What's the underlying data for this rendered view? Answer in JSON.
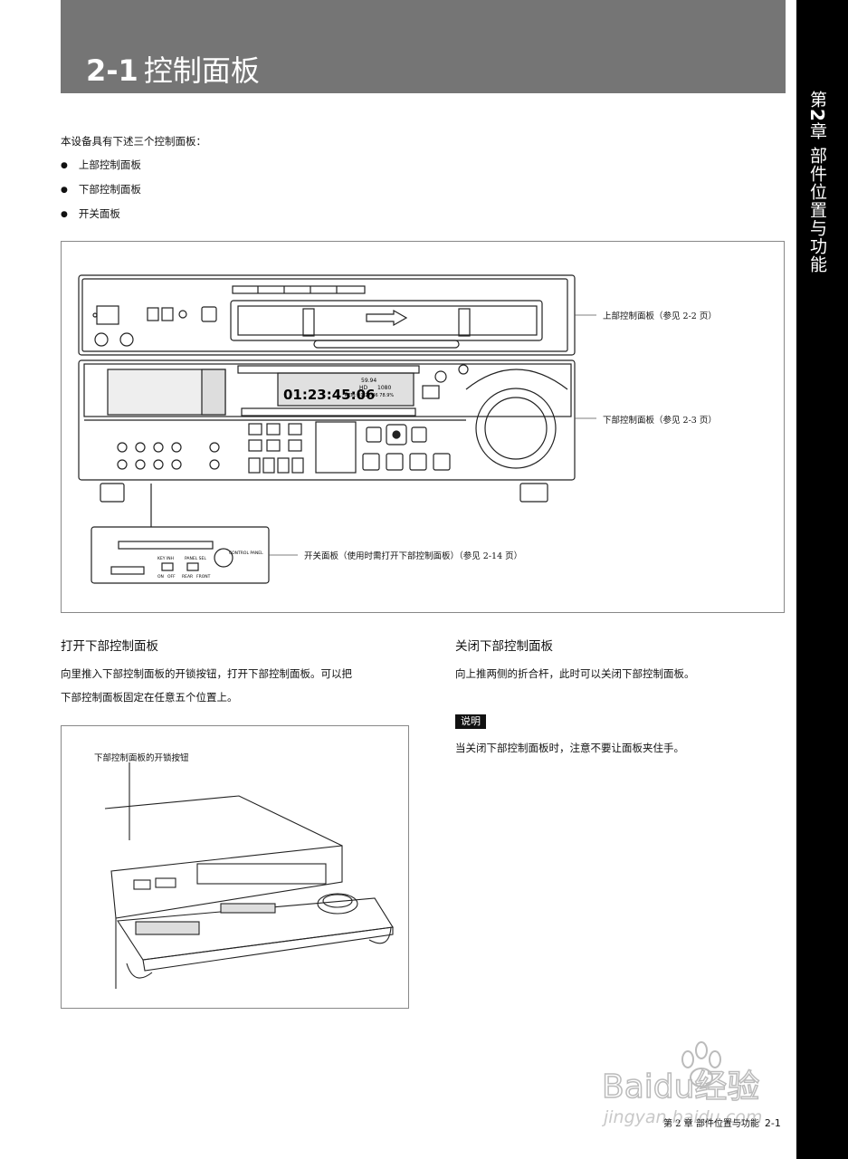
{
  "header": {
    "section_number": "2-1",
    "title": "控制面板"
  },
  "side_tab": {
    "chapter_prefix": "第",
    "chapter_number": "2",
    "chapter_suffix": "章",
    "chapter_title": "部件位置与功能"
  },
  "intro": "本设备具有下述三个控制面板：",
  "panels": [
    "上部控制面板",
    "下部控制面板",
    "开关面板"
  ],
  "figure1": {
    "callout_upper": "上部控制面板（参见 2-2 页）",
    "callout_lower": "下部控制面板（参见 2-3 页）",
    "callout_switch": "开关面板（使用时需打开下部控制面板）（参见 2-14 页）",
    "display_timecode": "01:23:45:06",
    "display_rate": "59.94",
    "display_format_a": "HD",
    "display_format_b": "1080",
    "display_rem": "REM: 01:23:46  78.9%",
    "switch_panel_labels": {
      "key_inh": "KEY INH",
      "on": "ON",
      "off": "OFF",
      "panel_sel": "PANEL SEL",
      "rear": "REAR",
      "front": "FRONT",
      "control_panel": "CONTROL PANEL"
    }
  },
  "open_section": {
    "heading": "打开下部控制面板",
    "line1": "向里推入下部控制面板的开锁按钮，打开下部控制面板。可以把",
    "line2": "下部控制面板固定在任意五个位置上。",
    "figure_label": "下部控制面板的开锁按钮"
  },
  "close_section": {
    "heading": "关闭下部控制面板",
    "text": "向上推两侧的折合杆，此时可以关闭下部控制面板。",
    "note_label": "说明",
    "note_text": "当关闭下部控制面板时，注意不要让面板夹住手。"
  },
  "watermark": {
    "brand": "Baidu经验",
    "url": "jingyan.baidu.com"
  },
  "footer": {
    "chapter": "第 2 章  部件位置与功能",
    "page": "2-1"
  }
}
